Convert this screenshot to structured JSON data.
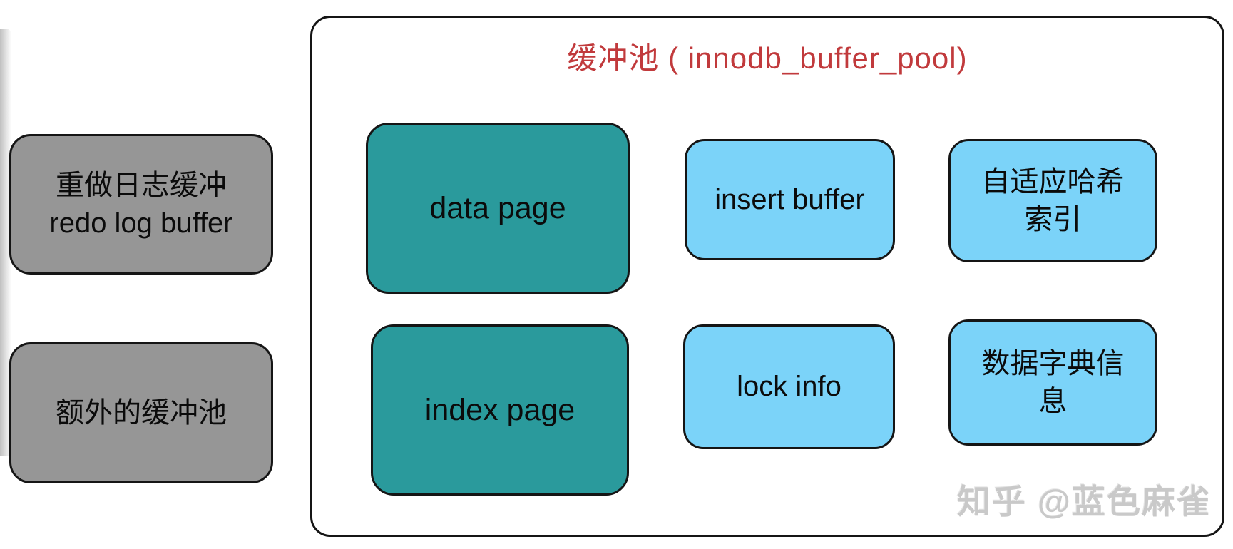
{
  "diagram": {
    "title": "缓冲池 ( innodb_buffer_pool)",
    "watermark": "知乎 @蓝色麻雀",
    "nodes": {
      "redo_log": {
        "label": "重做日志缓冲\nredo log buffer"
      },
      "extra_pool": {
        "label": "额外的缓冲池"
      },
      "data_page": {
        "label": "data page"
      },
      "index_page": {
        "label": "index page"
      },
      "insert_buffer": {
        "label": "insert buffer"
      },
      "adaptive_hash": {
        "label": "自适应哈希\n索引"
      },
      "lock_info": {
        "label": "lock info"
      },
      "data_dict": {
        "label": "数据字典信\n息"
      }
    },
    "colors": {
      "title_red": "#c13a3c",
      "node_gray": "#969696",
      "node_teal": "#2a9a9c",
      "node_blue": "#7bd3f9",
      "border_black": "#151515",
      "watermark_gray": "#c9c9c9"
    }
  }
}
